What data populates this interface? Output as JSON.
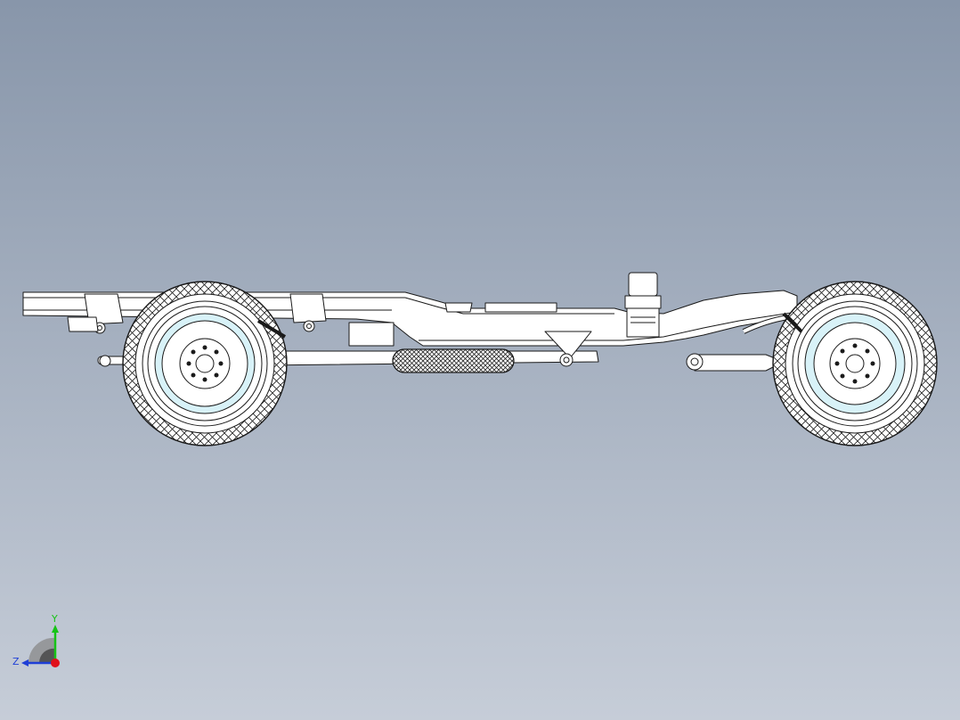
{
  "viewport": {
    "background_top": "#8896aa",
    "background_bottom": "#c6cdd8"
  },
  "model": {
    "subject": "truck-chassis-side-view",
    "line_color": "#1a1a1a",
    "fill_color": "#ffffff",
    "hub_tint": "#d8f2f8"
  },
  "triad": {
    "y_label": "Y",
    "z_label": "Z",
    "y_color": "#16c316",
    "z_color": "#1f3fd6",
    "x_color": "#e0101a"
  }
}
